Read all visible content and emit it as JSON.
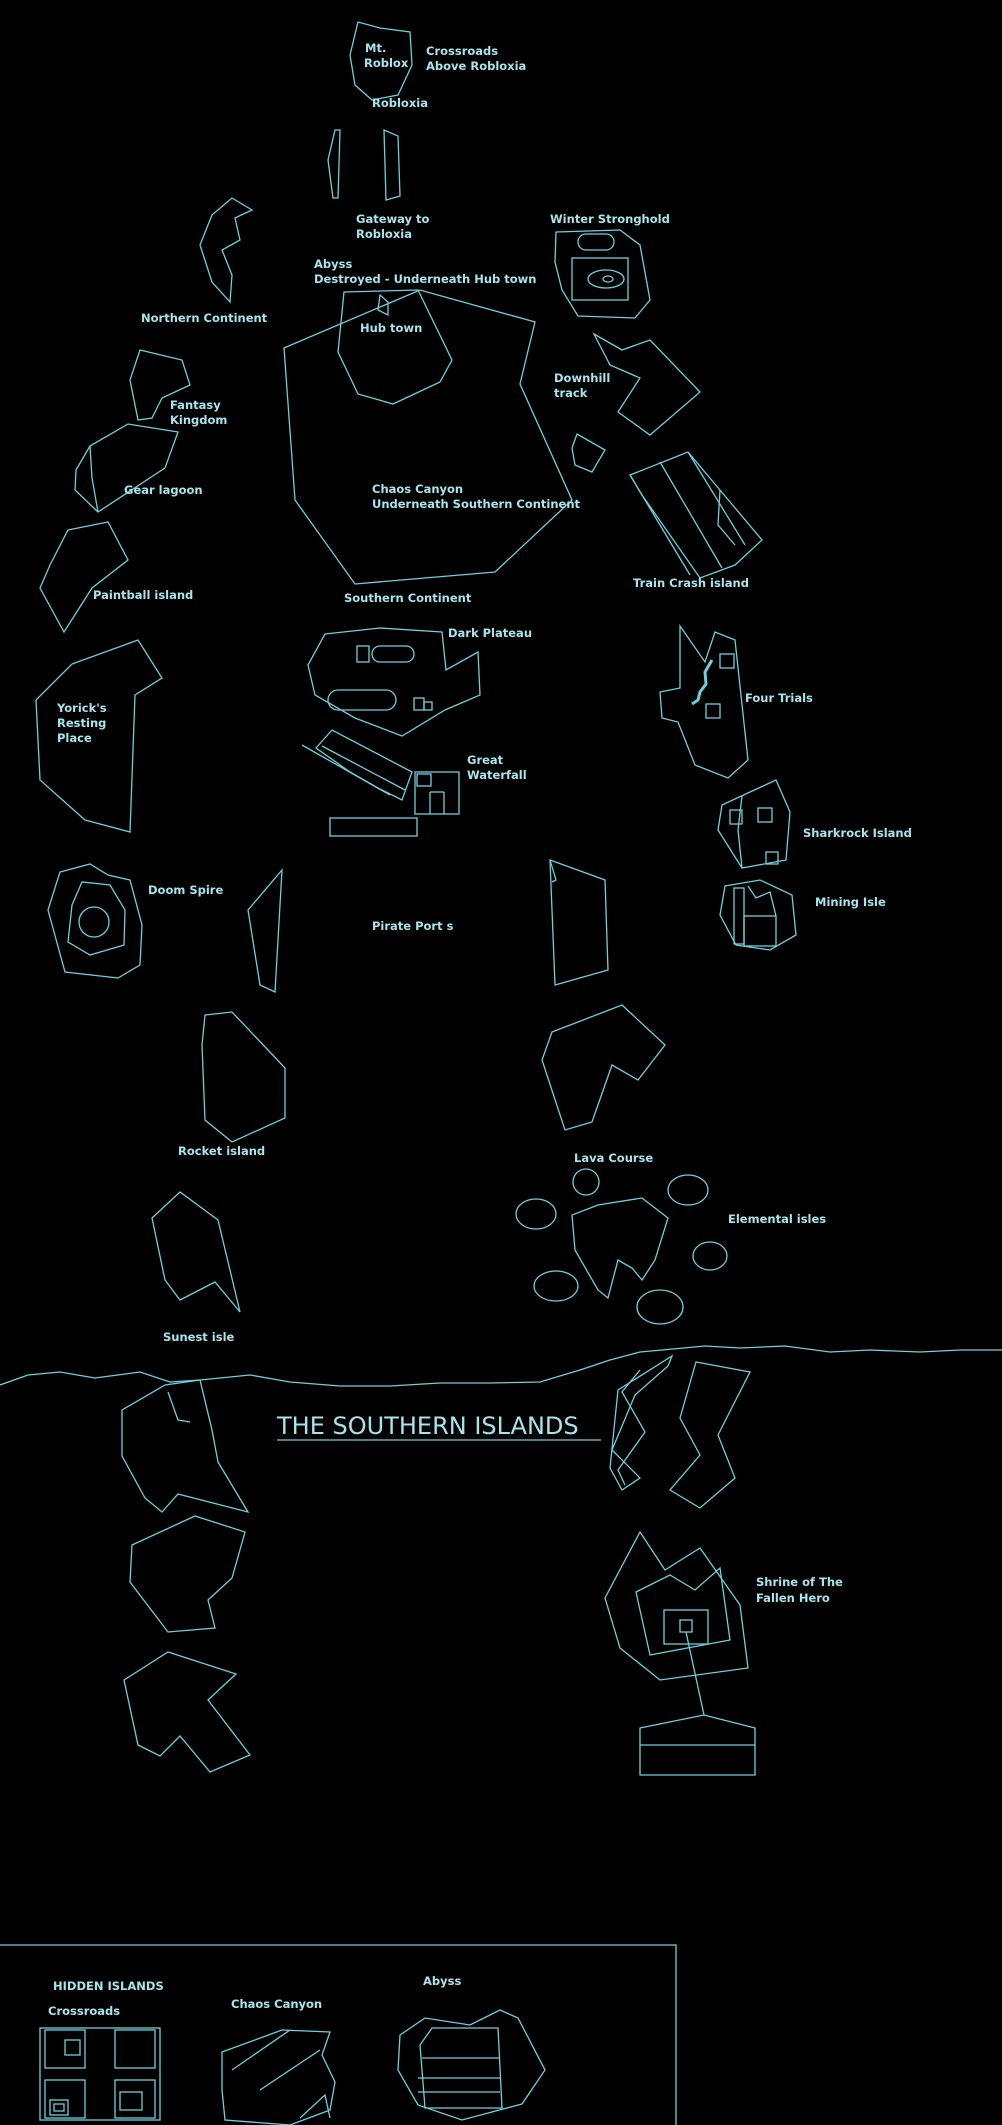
{
  "title": "THE SOUTHERN ISLANDS",
  "colors": {
    "background": "#000000",
    "line": "#6fd0dc",
    "text": "#a8e4ec"
  },
  "labels": {
    "mt_roblox": [
      "Mt.",
      "Roblox"
    ],
    "crossroads": [
      "Crossroads",
      "Above Robloxia"
    ],
    "robloxia": "Robloxia",
    "gateway": [
      "Gateway to",
      "Robloxia"
    ],
    "winter_stronghold": "Winter Stronghold",
    "abyss": [
      "Abyss",
      "Destroyed - Underneath Hub town"
    ],
    "northern_continent": "Northern Continent",
    "hub_town": "Hub town",
    "downhill_track": [
      "Downhill",
      "track"
    ],
    "fantasy_kingdom": [
      "Fantasy",
      "Kingdom"
    ],
    "gear_lagoon": "Gear lagoon",
    "chaos_canyon": [
      "Chaos Canyon",
      "Underneath Southern Continent"
    ],
    "paintball_island": "Paintball island",
    "train_crash_island": "Train Crash island",
    "southern_continent": "Southern Continent",
    "dark_plateau": "Dark Plateau",
    "yoricks": [
      "Yorick's",
      "Resting",
      "Place"
    ],
    "four_trials": "Four Trials",
    "great_waterfall": [
      "Great",
      "Waterfall"
    ],
    "sharkrock_island": "Sharkrock Island",
    "doom_spire": "Doom Spire",
    "mining_isle": "Mining Isle",
    "pirate_ports": "Pirate Port s",
    "rocket_island": "Rocket island",
    "lava_course": "Lava Course",
    "elemental_isles": "Elemental isles",
    "sunest_isle": "Sunest isle",
    "shrine": [
      "Shrine of The",
      "Fallen Hero"
    ]
  },
  "hidden": {
    "heading": "HIDDEN ISLANDS",
    "crossroads": "Crossroads",
    "chaos_canyon": "Chaos Canyon",
    "abyss": "Abyss"
  }
}
